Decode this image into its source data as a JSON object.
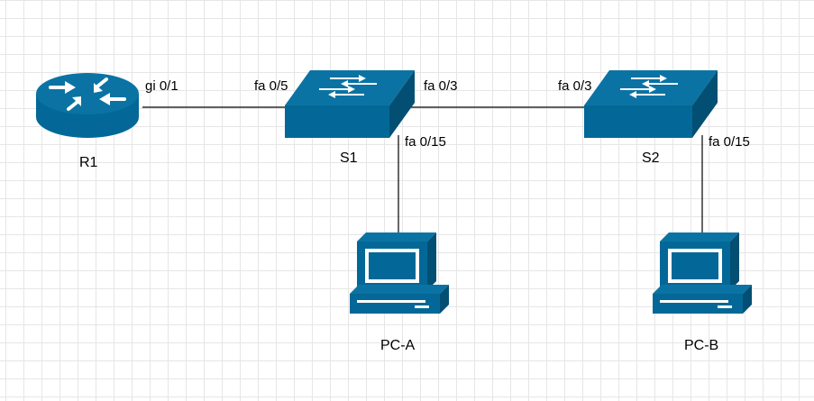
{
  "colors": {
    "device_fill": "#036897",
    "device_top": "#0a73a4",
    "device_dark": "#024f73",
    "line": "#000000",
    "icon_white": "#ffffff",
    "grid": "#e6e6e6"
  },
  "devices": {
    "r1": {
      "type": "router-icon",
      "name": "R1"
    },
    "s1": {
      "type": "switch-icon",
      "name": "S1"
    },
    "s2": {
      "type": "switch-icon",
      "name": "S2"
    },
    "pca": {
      "type": "pc-icon",
      "name": "PC-A"
    },
    "pcb": {
      "type": "pc-icon",
      "name": "PC-B"
    }
  },
  "links": [
    {
      "from": "R1",
      "to": "S1",
      "from_port": "gi 0/1",
      "to_port": "fa 0/5"
    },
    {
      "from": "S1",
      "to": "S2",
      "from_port": "fa 0/3",
      "to_port": "fa 0/3"
    },
    {
      "from": "S1",
      "to": "PC-A",
      "from_port": "fa 0/15"
    },
    {
      "from": "S2",
      "to": "PC-B",
      "from_port": "fa 0/15"
    }
  ]
}
